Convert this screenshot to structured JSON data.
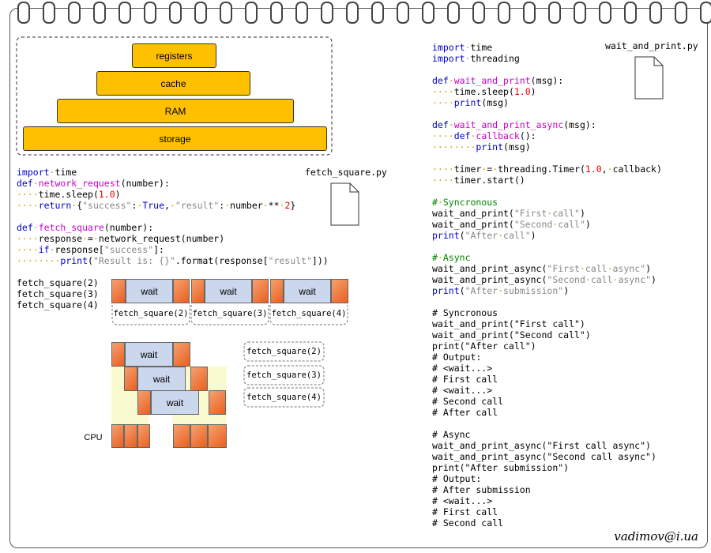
{
  "pyramid": [
    "registers",
    "cache",
    "RAM",
    "storage"
  ],
  "file1": "fetch_square.py",
  "file2": "wait_and_print.py",
  "calls": [
    "fetch_square(2)",
    "fetch_square(3)",
    "fetch_square(4)"
  ],
  "wait_label": "wait",
  "cpu_label": "CPU",
  "signature": "vadimov@i.ua",
  "colors": {
    "pyramid": "#ffc000",
    "cpu": "#e86020",
    "wait": "#cbd7ec",
    "idle": "#fafad0"
  }
}
